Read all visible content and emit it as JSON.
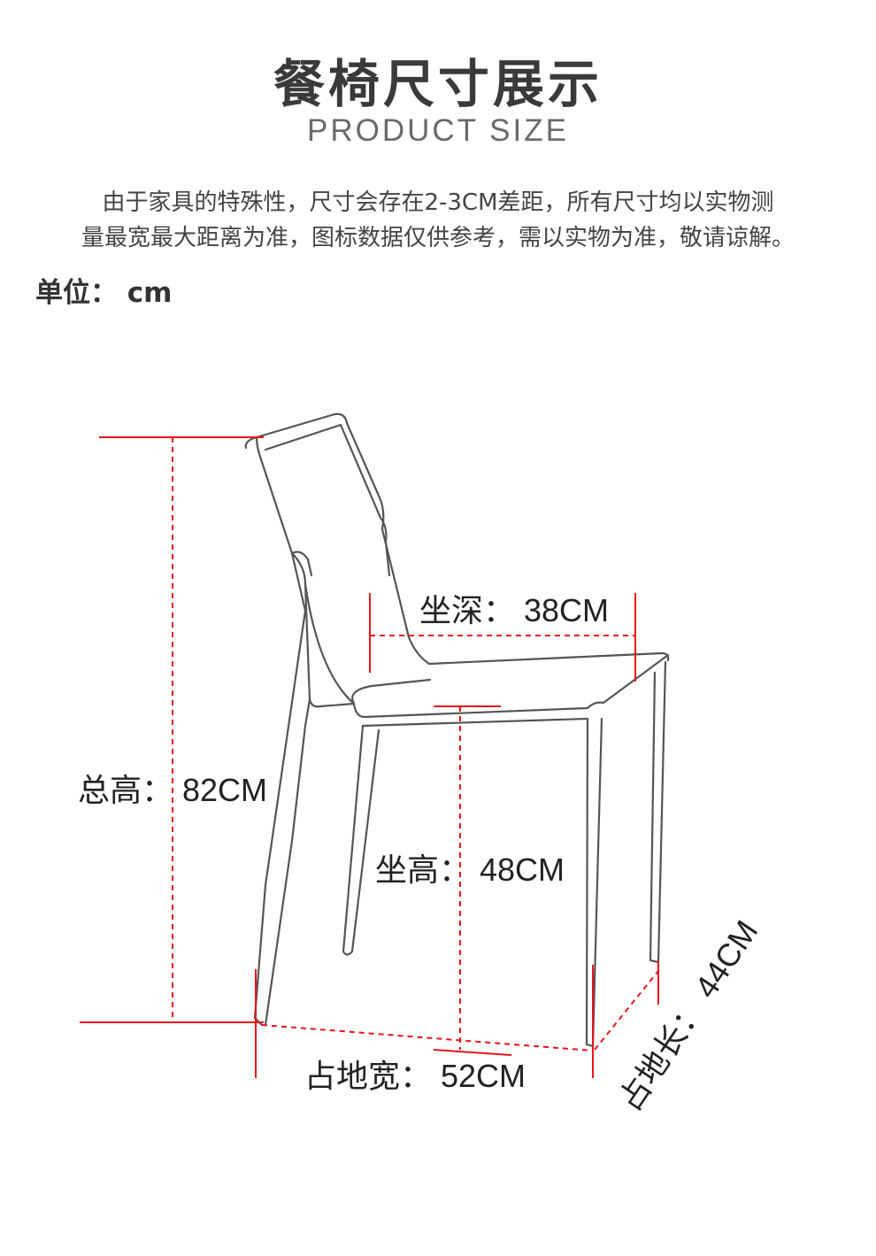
{
  "header": {
    "title": "餐椅尺寸展示",
    "subtitle": "PRODUCT SIZE"
  },
  "notice": {
    "line1": "由于家具的特殊性，尺寸会存在2-3CM差距，所有尺寸均以实物测",
    "line2": "量最宽最大距离为准，图标数据仅供参考，需以实物为准，敬请谅解。"
  },
  "unit_label": "单位： cm",
  "dimensions": {
    "total_height": "总高：  82CM",
    "seat_depth": "坐深：  38CM",
    "seat_height": "坐高：  48CM",
    "footprint_width": "占地宽：  52CM",
    "footprint_length": "占地长：  44CM"
  },
  "colors": {
    "dimension_line": "#e8141b",
    "chair_outline": "#555555"
  }
}
